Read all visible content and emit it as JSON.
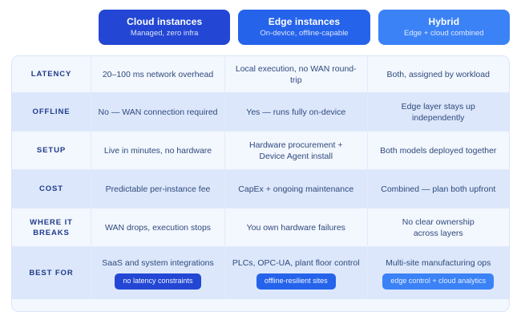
{
  "header": {
    "cards": [
      {
        "title": "Cloud instances",
        "subtitle": "Managed, zero infra",
        "color": "#2347d4"
      },
      {
        "title": "Edge instances",
        "subtitle": "On-device, offline-capable",
        "color": "#2563eb"
      },
      {
        "title": "Hybrid",
        "subtitle": "Edge + cloud combined",
        "color": "#3b82f6"
      }
    ]
  },
  "table": {
    "rows": [
      {
        "label": "Latency",
        "cloud": "20–100 ms network overhead",
        "edge": "Local execution, no WAN round-trip",
        "hybrid": "Both, assigned by workload"
      },
      {
        "label": "Offline",
        "cloud": "No — WAN connection required",
        "edge": "Yes — runs fully on-device",
        "hybrid": "Edge layer stays up independently"
      },
      {
        "label": "Setup",
        "cloud": "Live in minutes, no hardware",
        "edge": "Hardware procurement +\nDevice Agent install",
        "hybrid": "Both models deployed together"
      },
      {
        "label": "Cost",
        "cloud": "Predictable per-instance fee",
        "edge": "CapEx + ongoing maintenance",
        "hybrid": "Combined — plan both upfront"
      },
      {
        "label": "Where it breaks",
        "cloud": "WAN drops, execution stops",
        "edge": "You own hardware failures",
        "hybrid": "No clear ownership\nacross layers"
      },
      {
        "label": "Best for",
        "cloud": "SaaS and system integrations",
        "edge": "PLCs, OPC-UA, plant floor control",
        "hybrid": "Multi-site manufacturing ops",
        "cloud_badge": "no latency constraints",
        "edge_badge": "offline-resilient sites",
        "hybrid_badge": "edge control + cloud analytics"
      }
    ]
  },
  "colors": {
    "row_light": "#f3f7fe",
    "row_dark": "#dce7fb",
    "label_text": "#1e3a8a",
    "value_text": "#2f4a7c",
    "border": "#dbe6fa"
  }
}
